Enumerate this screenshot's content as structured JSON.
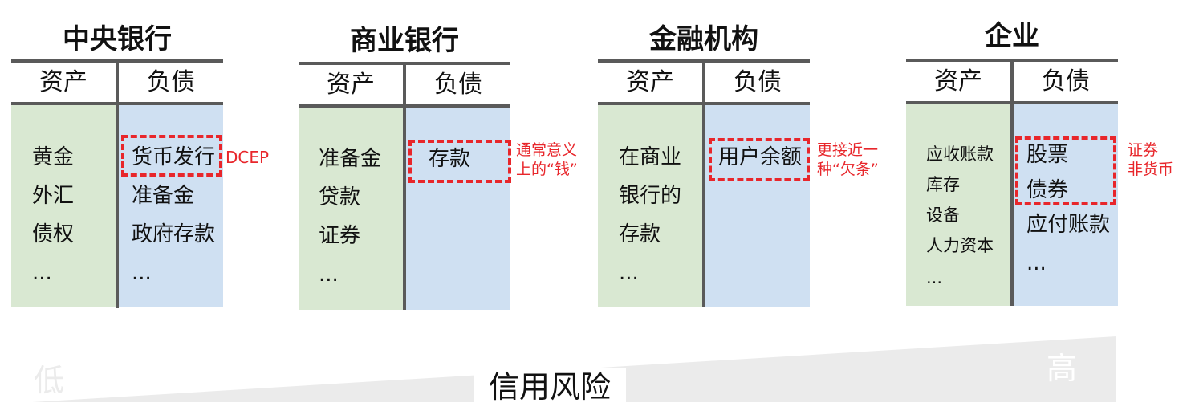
{
  "sheets": {
    "central_bank": {
      "title": "中央银行",
      "asset_header": "资产",
      "liability_header": "负债",
      "assets": [
        "黄金",
        "外汇",
        "债权",
        "..."
      ],
      "liabilities": [
        "货币发行",
        "准备金",
        "政府存款",
        "..."
      ],
      "note": "DCEP"
    },
    "commercial_bank": {
      "title": "商业银行",
      "asset_header": "资产",
      "liability_header": "负债",
      "assets": [
        "准备金",
        "贷款",
        "证券",
        "..."
      ],
      "liabilities": [
        "存款"
      ],
      "note_lines": [
        "通常意义",
        "上的“钱”"
      ]
    },
    "financial_institution": {
      "title": "金融机构",
      "asset_header": "资产",
      "liability_header": "负债",
      "assets": [
        "在商业",
        "银行的",
        "存款",
        "..."
      ],
      "liabilities": [
        "用户余额"
      ],
      "note_lines": [
        "更接近一",
        "种“欠条”"
      ]
    },
    "enterprise": {
      "title": "企业",
      "asset_header": "资产",
      "liability_header": "负债",
      "assets": [
        "应收账款",
        "库存",
        "设备",
        "人力资本",
        "..."
      ],
      "liabilities": [
        "股票",
        "债券",
        "应付账款",
        "..."
      ],
      "note_lines": [
        "证券",
        "非货币"
      ]
    }
  },
  "risk_scale": {
    "label": "信用风险",
    "low": "低",
    "high": "高"
  },
  "colors": {
    "asset_fill": "#d9e8d2",
    "liability_fill": "#cfe0f2",
    "highlight": "#e8262b",
    "rule": "#5a5a5a",
    "wedge": "#ebebeb"
  }
}
